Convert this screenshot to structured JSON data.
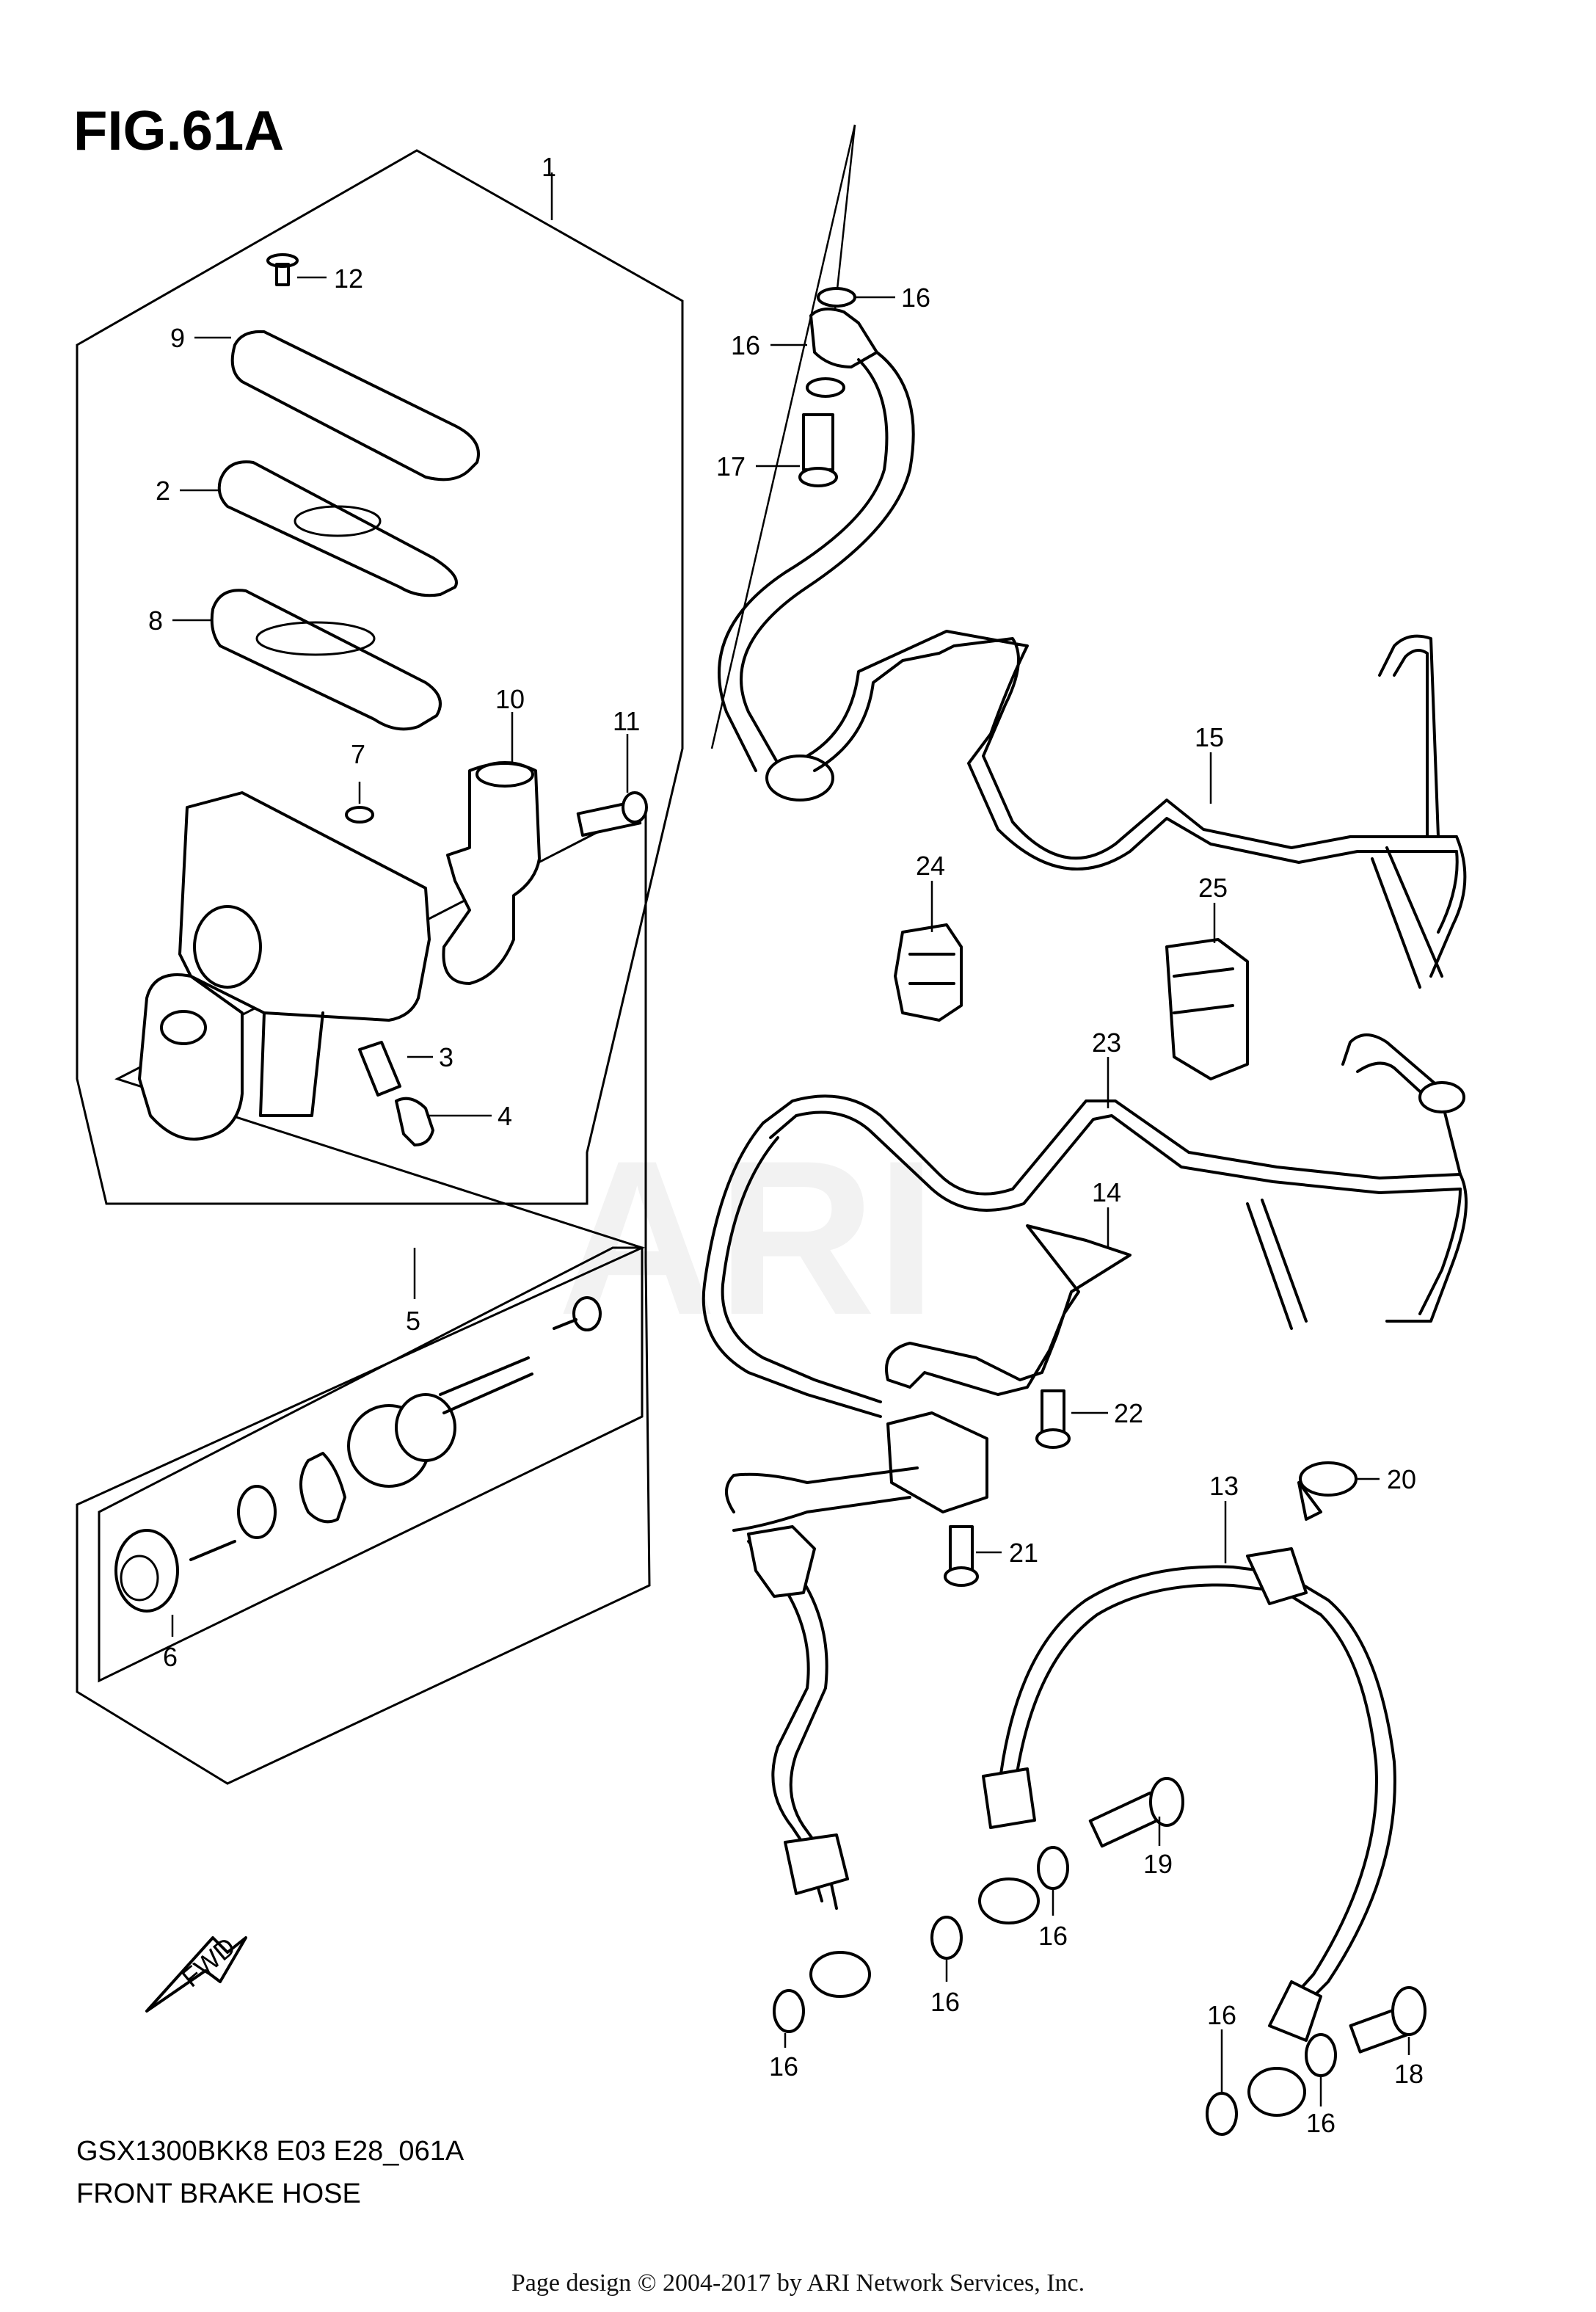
{
  "figure": {
    "title": "FIG.61A"
  },
  "footer": {
    "model_code": "GSX1300BKK8 E03 E28_061A",
    "description": "FRONT BRAKE HOSE"
  },
  "copyright": "Page design © 2004-2017 by ARI Network Services, Inc.",
  "watermark": "ARI",
  "fwd_mark": "FWD",
  "callouts": [
    "1",
    "12",
    "9",
    "2",
    "8",
    "7",
    "10",
    "11",
    "3",
    "4",
    "5",
    "6",
    "16",
    "16",
    "17",
    "15",
    "24",
    "25",
    "23",
    "14",
    "22",
    "13",
    "20",
    "21",
    "19",
    "16",
    "16",
    "16",
    "16",
    "18",
    "16"
  ]
}
